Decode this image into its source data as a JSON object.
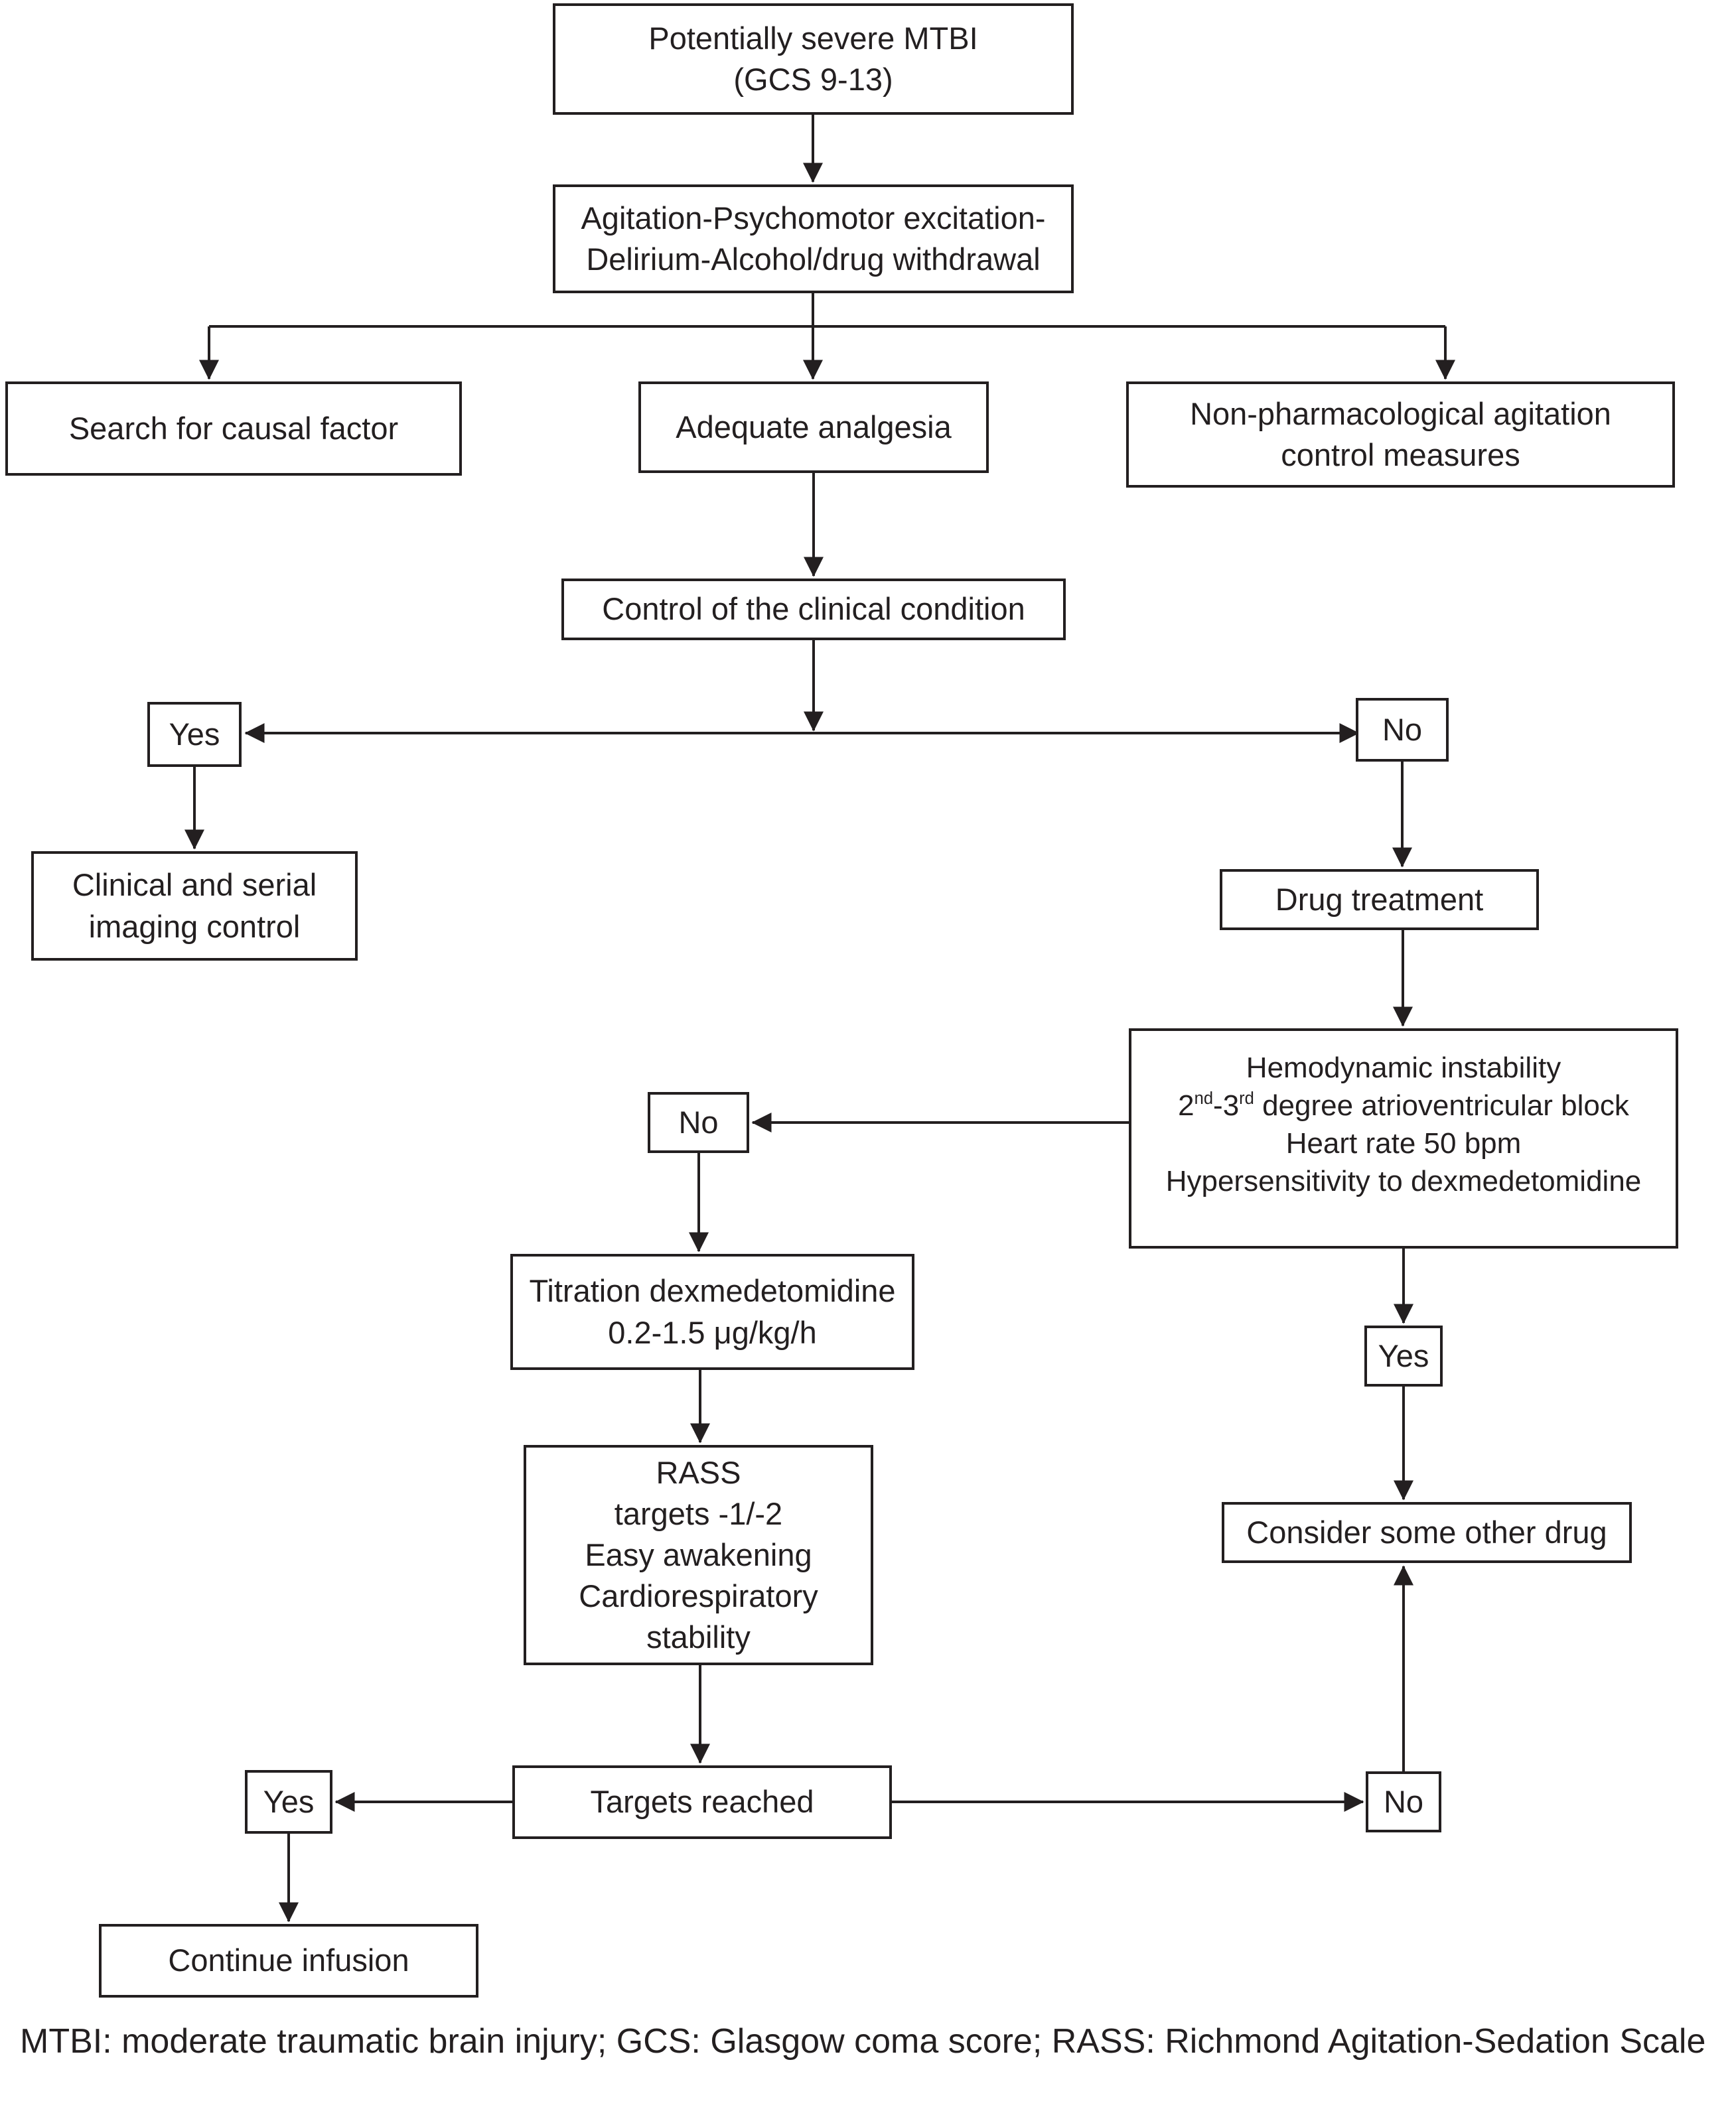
{
  "palette": {
    "ink": "#231f20",
    "paper": "#ffffff"
  },
  "nodes": {
    "mtbi": {
      "line1": "Potentially severe MTBI",
      "line2": "(GCS 9-13)"
    },
    "agitation": {
      "line1": "Agitation-Psychomotor excitation-",
      "line2": "Delirium-Alcohol/drug withdrawal"
    },
    "causal": {
      "label": "Search for causal factor"
    },
    "analgesia": {
      "label": "Adequate analgesia"
    },
    "nonpharm": {
      "line1": "Non-pharmacological agitation",
      "line2": "control measures"
    },
    "control": {
      "label": "Control of the clinical condition"
    },
    "yes_control": {
      "label": "Yes"
    },
    "no_control": {
      "label": "No"
    },
    "imaging": {
      "line1": "Clinical and serial",
      "line2": "imaging control"
    },
    "drug": {
      "label": "Drug treatment"
    },
    "hemo": {
      "line1": "Hemodynamic instability",
      "line2_base1": "2",
      "line2_sup1": "nd",
      "line2_base2": "-3",
      "line2_sup2": "rd",
      "line2_base3": " degree atrioventricular block",
      "line3": "Heart rate 50 bpm",
      "line4": "Hypersensitivity to dexmedetomidine"
    },
    "no_contra": {
      "label": "No"
    },
    "titration": {
      "line1": "Titration dexmedetomidine",
      "line2": "0.2-1.5 μg/kg/h"
    },
    "rass": {
      "line1": "RASS",
      "line2": "targets -1/-2",
      "line3": "Easy awakening",
      "line4": "Cardiorespiratory",
      "line5": "stability"
    },
    "yes_contra": {
      "label": "Yes"
    },
    "consider": {
      "label": "Consider some other drug"
    },
    "targets": {
      "label": "Targets reached"
    },
    "yes_targets": {
      "label": "Yes"
    },
    "continue_infusion": {
      "label": "Continue infusion"
    },
    "no_targets": {
      "label": "No"
    }
  },
  "caption": "MTBI: moderate traumatic brain injury; GCS: Glasgow coma score; RASS: Richmond Agitation-Sedation Scale"
}
